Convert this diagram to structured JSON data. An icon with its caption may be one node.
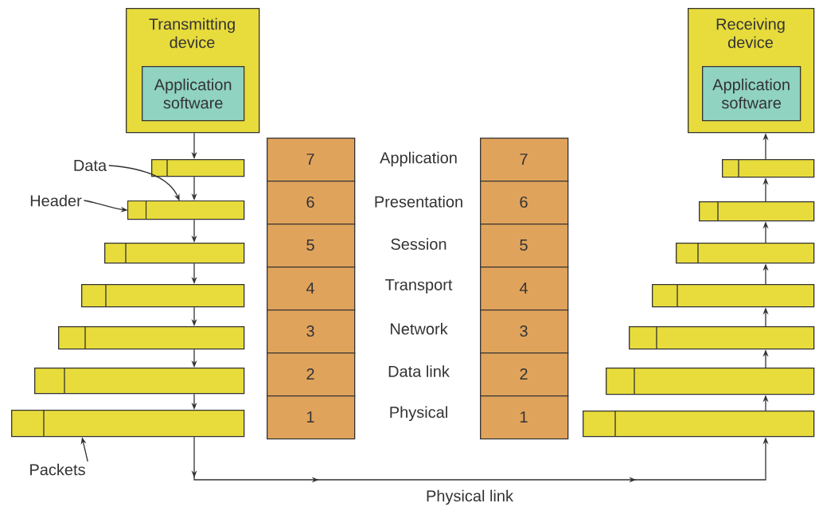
{
  "diagram": {
    "nodes": [
      {
        "text": [
          "Transmitting device"
        ]
      },
      {
        "text": [
          "Application software"
        ],
        "in": 0
      },
      {
        "text": [
          "Receiving device"
        ]
      },
      {
        "text": [
          "Application software"
        ],
        "in": 2
      },
      {
        "text": [],
        "shape": "bar"
      },
      {
        "text": [],
        "shape": "bar"
      },
      {
        "text": [],
        "shape": "bar"
      },
      {
        "text": [],
        "shape": "bar"
      },
      {
        "text": [],
        "shape": "bar"
      },
      {
        "text": [],
        "shape": "bar"
      },
      {
        "text": [],
        "shape": "bar"
      },
      {
        "text": [],
        "shape": "bar"
      },
      {
        "text": [],
        "shape": "bar"
      },
      {
        "text": [],
        "shape": "bar"
      },
      {
        "text": [],
        "shape": "bar"
      },
      {
        "text": [],
        "shape": "bar"
      },
      {
        "text": [],
        "shape": "bar"
      },
      {
        "text": [],
        "shape": "bar"
      },
      {
        "text": [],
        "shape": "bar",
        "in": 5
      },
      {
        "text": [],
        "shape": "bar",
        "in": 5
      },
      {
        "text": [
          "Data"
        ]
      },
      {
        "text": [
          "Header"
        ]
      },
      {
        "text": [
          "Packets"
        ]
      },
      {
        "text": [
          "7"
        ]
      },
      {
        "text": [
          "6"
        ]
      },
      {
        "text": [
          "5"
        ]
      },
      {
        "text": [
          "4"
        ]
      },
      {
        "text": [
          "3"
        ]
      },
      {
        "text": [
          "2"
        ]
      },
      {
        "text": [
          "1"
        ]
      },
      {
        "text": [
          "7"
        ]
      },
      {
        "text": [
          "6"
        ]
      },
      {
        "text": [
          "5"
        ]
      },
      {
        "text": [
          "4"
        ]
      },
      {
        "text": [
          "3"
        ]
      },
      {
        "text": [
          "2"
        ]
      },
      {
        "text": [
          "1"
        ]
      }
    ],
    "edges": [
      {
        "from": 0,
        "to": 4,
        "arrow": "to"
      },
      {
        "from": 4,
        "to": 5,
        "arrow": "to"
      },
      {
        "from": 5,
        "to": 6,
        "arrow": "to"
      },
      {
        "from": 6,
        "to": 7,
        "arrow": "to"
      },
      {
        "from": 7,
        "to": 8,
        "arrow": "to"
      },
      {
        "from": 8,
        "to": 9,
        "arrow": "to"
      },
      {
        "from": 9,
        "to": 10,
        "arrow": "to"
      },
      {
        "from": 10,
        "to": 17,
        "arrow": "to",
        "label": "Physical link"
      },
      {
        "from": 17,
        "to": 16,
        "arrow": "to"
      },
      {
        "from": 16,
        "to": 15,
        "arrow": "to"
      },
      {
        "from": 15,
        "to": 14,
        "arrow": "to"
      },
      {
        "from": 14,
        "to": 13,
        "arrow": "to"
      },
      {
        "from": 13,
        "to": 12,
        "arrow": "to"
      },
      {
        "from": 12,
        "to": 11,
        "arrow": "to"
      },
      {
        "from": 11,
        "to": 2,
        "arrow": "to"
      },
      {
        "from": 20,
        "to": 19,
        "arrow": "to"
      },
      {
        "from": 21,
        "to": 18,
        "arrow": "to"
      },
      {
        "from": 22,
        "to": 10,
        "arrow": "to"
      }
    ],
    "labels": [
      "Application",
      "Presentation",
      "Session",
      "Transport",
      "Network",
      "Data link",
      "Physical"
    ]
  }
}
